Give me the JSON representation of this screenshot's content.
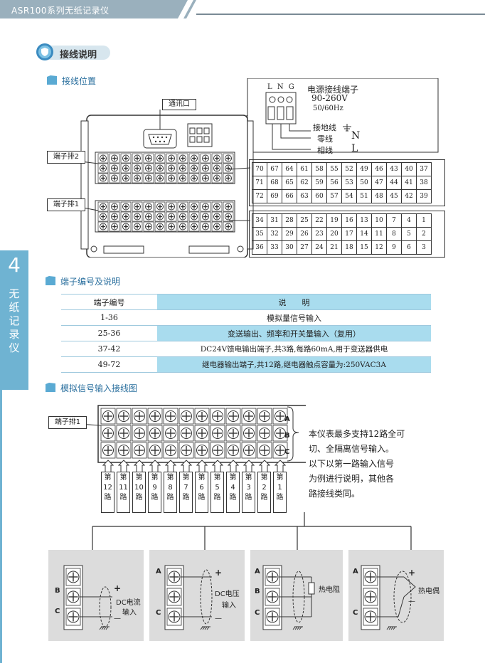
{
  "header": {
    "title": "ASR100系列无纸记录仪"
  },
  "chapter": {
    "number": "4",
    "label": "无纸记录仪"
  },
  "section": {
    "title": "接线说明"
  },
  "wiring_position": {
    "title": "接线位置",
    "comm_port_label": "通讯口",
    "terminal_row2_label": "端子排2",
    "terminal_row1_label": "端子排1",
    "power_title": "电源接线端子",
    "power_voltage": "90-260V",
    "power_freq": "50/60Hz",
    "power_pins": "L N G",
    "ground_label": "接地线",
    "neutral_label": "零线",
    "neutral_symbol": "N",
    "live_label": "相线",
    "live_symbol": "L",
    "grid2": [
      [
        "70",
        "67",
        "64",
        "61",
        "58",
        "55",
        "52",
        "49",
        "46",
        "43",
        "40",
        "37"
      ],
      [
        "71",
        "68",
        "65",
        "62",
        "59",
        "56",
        "53",
        "50",
        "47",
        "44",
        "41",
        "38"
      ],
      [
        "72",
        "69",
        "66",
        "63",
        "60",
        "57",
        "54",
        "51",
        "48",
        "45",
        "42",
        "39"
      ]
    ],
    "grid1": [
      [
        "34",
        "31",
        "28",
        "25",
        "22",
        "19",
        "16",
        "13",
        "10",
        "7",
        "4",
        "1"
      ],
      [
        "35",
        "32",
        "29",
        "26",
        "23",
        "20",
        "17",
        "14",
        "11",
        "8",
        "5",
        "2"
      ],
      [
        "36",
        "33",
        "30",
        "27",
        "24",
        "21",
        "18",
        "15",
        "12",
        "9",
        "6",
        "3"
      ]
    ]
  },
  "terminal_info": {
    "title": "端子编号及说明",
    "header_col1": "端子编号",
    "header_col2": "说　　明",
    "rows": [
      {
        "id": "1-36",
        "desc": "模拟量信号输入"
      },
      {
        "id": "25-36",
        "desc": "变送输出、频率和开关量输入（复用）"
      },
      {
        "id": "37-42",
        "desc": "DC24V馈电输出端子,共3路,每路60mA,用于变送器供电"
      },
      {
        "id": "49-72",
        "desc": "继电器输出端子,共12路,继电器触点容量为:250VAC3A"
      }
    ]
  },
  "analog_wiring": {
    "title": "模拟信号输入接线图",
    "terminal_label": "端子排1",
    "row_labels": [
      "A",
      "B",
      "C"
    ],
    "channels": [
      {
        "top": "第",
        "num": "12",
        "bottom": "路"
      },
      {
        "top": "第",
        "num": "11",
        "bottom": "路"
      },
      {
        "top": "第",
        "num": "10",
        "bottom": "路"
      },
      {
        "top": "第",
        "num": "9",
        "bottom": "路"
      },
      {
        "top": "第",
        "num": "8",
        "bottom": "路"
      },
      {
        "top": "第",
        "num": "7",
        "bottom": "路"
      },
      {
        "top": "第",
        "num": "6",
        "bottom": "路"
      },
      {
        "top": "第",
        "num": "5",
        "bottom": "路"
      },
      {
        "top": "第",
        "num": "4",
        "bottom": "路"
      },
      {
        "top": "第",
        "num": "3",
        "bottom": "路"
      },
      {
        "top": "第",
        "num": "2",
        "bottom": "路"
      },
      {
        "top": "第",
        "num": "1",
        "bottom": "路"
      }
    ],
    "description_lines": [
      "本仪表最多支持12路全可",
      "切、全隔离信号输入。",
      "以下以第一路输入信号",
      "为例进行说明，其他各",
      "路接线类同。"
    ],
    "panels": [
      {
        "label1": "DC电流",
        "label2": "输入",
        "plus": "+",
        "minus": "—",
        "pins": [
          "B",
          "C"
        ]
      },
      {
        "label1": "DC电压",
        "label2": "输入",
        "plus": "+",
        "minus": "—",
        "pins": [
          "A",
          "C"
        ]
      },
      {
        "label1": "热电阻",
        "label2": "",
        "plus": "",
        "minus": "",
        "pins": [
          "A",
          "B",
          "C"
        ]
      },
      {
        "label1": "热电偶",
        "label2": "",
        "plus": "+",
        "minus": "—",
        "pins": [
          "A",
          "C"
        ]
      }
    ]
  },
  "colors": {
    "accent": "#6fb3d2",
    "table_shade": "#a9dcee",
    "section_blue": "#2a6f9e"
  }
}
